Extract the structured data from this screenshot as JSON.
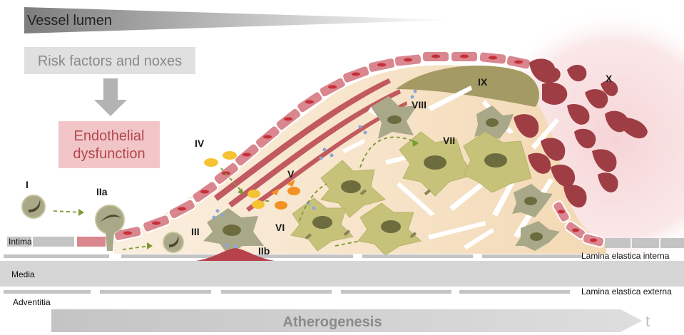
{
  "banner": {
    "vessel_lumen": "Vessel lumen",
    "risk_factors": "Risk factors and noxes",
    "endothelial_dysfunction_line1": "Endothelial",
    "endothelial_dysfunction_line2": "dysfunction"
  },
  "stages": {
    "I": "I",
    "IIa": "IIa",
    "IIb": "IIb",
    "III": "III",
    "IV": "IV",
    "V": "V",
    "VI": "VI",
    "VII": "VII",
    "VIII": "VIII",
    "IX": "IX",
    "X": "X"
  },
  "layers": {
    "intima": "Intima",
    "media": "Media",
    "adventitia": "Adventitia",
    "lamina_interna": "Lamina elastica interna",
    "lamina_externa": "Lamina elastica externa"
  },
  "timeline": {
    "label": "Atherogenesis",
    "time_symbol": "t"
  },
  "colors": {
    "endothelium": "#d9868f",
    "plaque": "#f5dfbe",
    "cell": "#a9a888",
    "thrombus": "#9e3d44",
    "cap": "#a49a63",
    "gray": "#c8c8c8"
  }
}
